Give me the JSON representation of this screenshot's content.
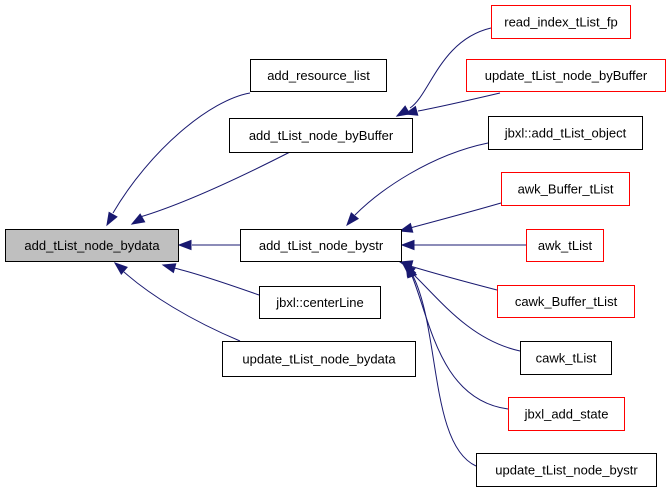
{
  "colors": {
    "edge": "#191970",
    "focus_fill": "#bfbfbf",
    "normal_border": "#000000",
    "linked_border": "#ff0000",
    "node_fill": "#ffffff"
  },
  "nodes": [
    {
      "id": "add_tList_node_bydata",
      "label": "add_tList_node_bydata",
      "style": "focus",
      "interactable": false
    },
    {
      "id": "add_resource_list",
      "label": "add_resource_list",
      "style": "normal",
      "interactable": true
    },
    {
      "id": "add_tList_node_byBuffer",
      "label": "add_tList_node_byBuffer",
      "style": "normal",
      "interactable": true
    },
    {
      "id": "add_tList_node_bystr",
      "label": "add_tList_node_bystr",
      "style": "normal",
      "interactable": true
    },
    {
      "id": "jbxl_centerLine",
      "label": "jbxl::centerLine",
      "style": "normal",
      "interactable": true
    },
    {
      "id": "update_tList_node_bydata",
      "label": "update_tList_node_bydata",
      "style": "normal",
      "interactable": true
    },
    {
      "id": "read_index_tList_fp",
      "label": "read_index_tList_fp",
      "style": "linked",
      "interactable": true
    },
    {
      "id": "update_tList_node_byBuffer",
      "label": "update_tList_node_byBuffer",
      "style": "linked",
      "interactable": true
    },
    {
      "id": "jbxl_add_tList_object",
      "label": "jbxl::add_tList_object",
      "style": "normal",
      "interactable": true
    },
    {
      "id": "awk_Buffer_tList",
      "label": "awk_Buffer_tList",
      "style": "linked",
      "interactable": true
    },
    {
      "id": "awk_tList",
      "label": "awk_tList",
      "style": "linked",
      "interactable": true
    },
    {
      "id": "cawk_Buffer_tList",
      "label": "cawk_Buffer_tList",
      "style": "linked",
      "interactable": true
    },
    {
      "id": "cawk_tList",
      "label": "cawk_tList",
      "style": "normal",
      "interactable": true
    },
    {
      "id": "jbxl_add_state",
      "label": "jbxl_add_state",
      "style": "linked",
      "interactable": true
    },
    {
      "id": "update_tList_node_bystr",
      "label": "update_tList_node_bystr",
      "style": "normal",
      "interactable": true
    }
  ],
  "edges": [
    {
      "from": "add_resource_list",
      "to": "add_tList_node_bydata"
    },
    {
      "from": "add_tList_node_byBuffer",
      "to": "add_tList_node_bydata"
    },
    {
      "from": "add_tList_node_bystr",
      "to": "add_tList_node_bydata"
    },
    {
      "from": "jbxl_centerLine",
      "to": "add_tList_node_bydata"
    },
    {
      "from": "update_tList_node_bydata",
      "to": "add_tList_node_bydata"
    },
    {
      "from": "read_index_tList_fp",
      "to": "add_tList_node_byBuffer"
    },
    {
      "from": "update_tList_node_byBuffer",
      "to": "add_tList_node_byBuffer"
    },
    {
      "from": "jbxl_add_tList_object",
      "to": "add_tList_node_bystr"
    },
    {
      "from": "awk_Buffer_tList",
      "to": "add_tList_node_bystr"
    },
    {
      "from": "awk_tList",
      "to": "add_tList_node_bystr"
    },
    {
      "from": "cawk_Buffer_tList",
      "to": "add_tList_node_bystr"
    },
    {
      "from": "cawk_tList",
      "to": "add_tList_node_bystr"
    },
    {
      "from": "jbxl_add_state",
      "to": "add_tList_node_bystr"
    },
    {
      "from": "update_tList_node_bystr",
      "to": "add_tList_node_bystr"
    }
  ]
}
